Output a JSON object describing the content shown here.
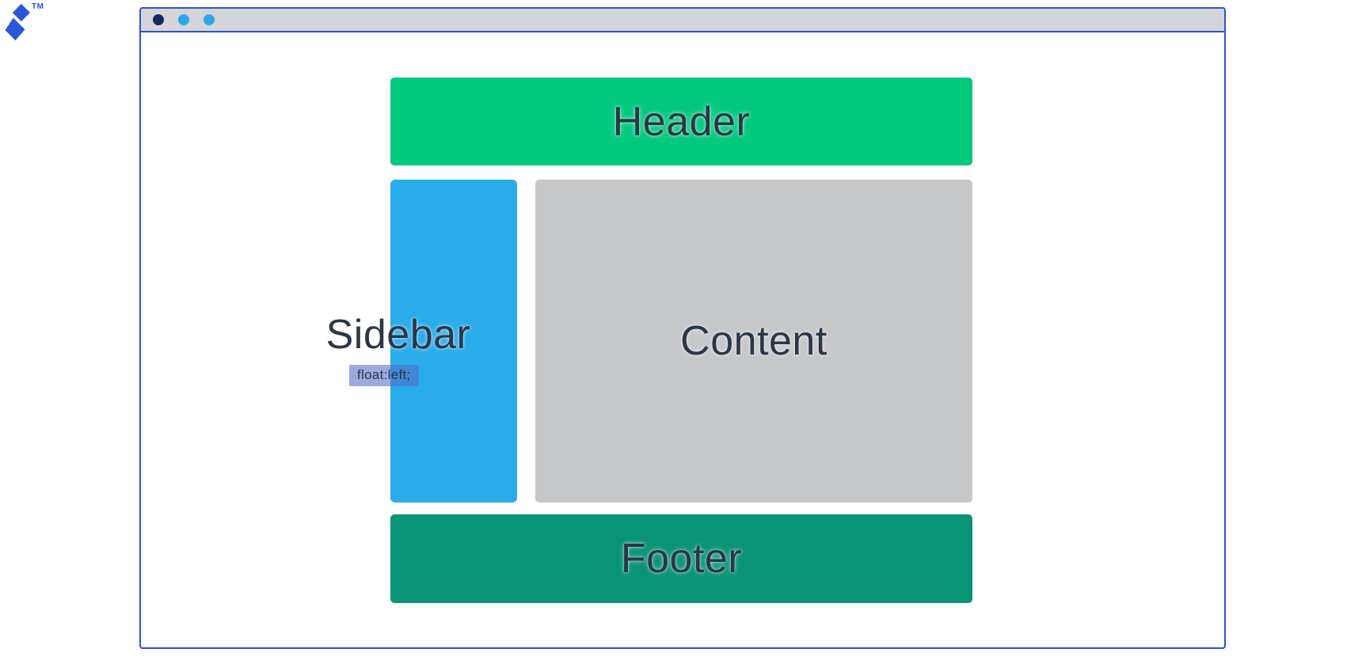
{
  "logo": {
    "trademark": "TM"
  },
  "window": {
    "dot_count": 3
  },
  "diagram": {
    "header_label": "Header",
    "sidebar_label": "Sidebar",
    "content_label": "Content",
    "footer_label": "Footer",
    "float_rule": "float:left;"
  },
  "colors": {
    "logo-blue": "#2B55DB",
    "frame-blue": "#2E55CB",
    "titlebar-gray": "#D3D5D9",
    "dot-navy": "#16295E",
    "dot-blue": "#2AA9E9",
    "header-green": "#03C97F",
    "sidebar-blue": "#2AABEA",
    "content-gray": "#C6C7C9",
    "footer-teal": "#0A9477",
    "label-navy": "#2B3747",
    "highlight-indigo": "rgba(84,108,196,0.58)"
  }
}
